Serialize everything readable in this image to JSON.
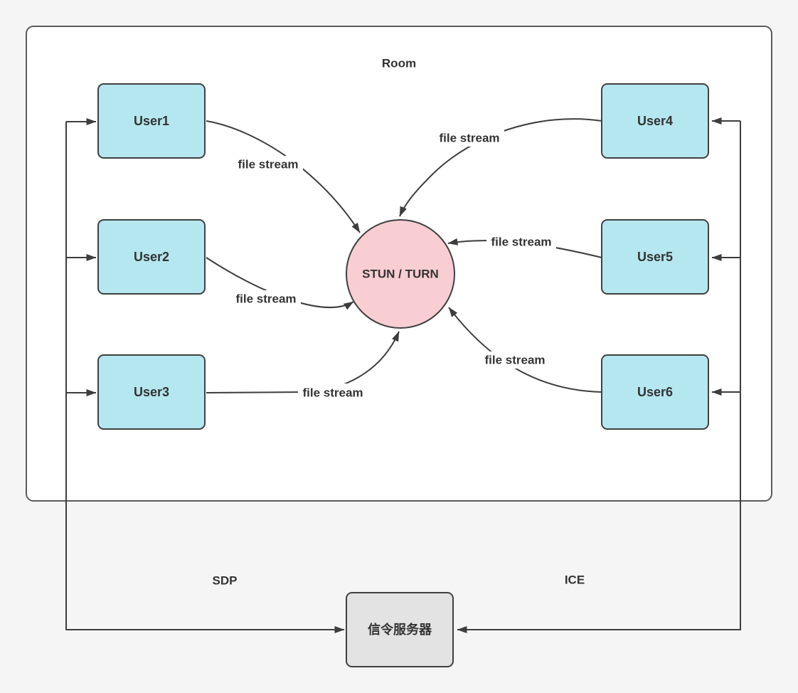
{
  "diagram": {
    "room": {
      "label": "Room"
    },
    "hub": {
      "label": "STUN / TURN"
    },
    "nodes": [
      {
        "id": "user1",
        "label": "User1"
      },
      {
        "id": "user2",
        "label": "User2"
      },
      {
        "id": "user3",
        "label": "User3"
      },
      {
        "id": "user4",
        "label": "User4"
      },
      {
        "id": "user5",
        "label": "User5"
      },
      {
        "id": "user6",
        "label": "User6"
      }
    ],
    "server": {
      "label": "信令服务器"
    },
    "side_labels": {
      "sdp": "SDP",
      "ice": "ICE"
    },
    "edges": [
      {
        "from": "user1",
        "to": "hub",
        "label": "file stream"
      },
      {
        "from": "user2",
        "to": "hub",
        "label": "file stream"
      },
      {
        "from": "user3",
        "to": "hub",
        "label": "file stream"
      },
      {
        "from": "user4",
        "to": "hub",
        "label": "file stream"
      },
      {
        "from": "user5",
        "to": "hub",
        "label": "file stream"
      },
      {
        "from": "user6",
        "to": "hub",
        "label": "file stream"
      }
    ],
    "colors": {
      "background": "#f5f5f5",
      "room_fill": "#ffffff",
      "room_stroke": "#5b5b5b",
      "node_fill": "#b5e7f0",
      "hub_fill": "#f8ced3",
      "server_fill": "#e3e3e3",
      "shape_stroke": "#404040",
      "line": "#3d3d3d",
      "text": "#333333"
    }
  }
}
